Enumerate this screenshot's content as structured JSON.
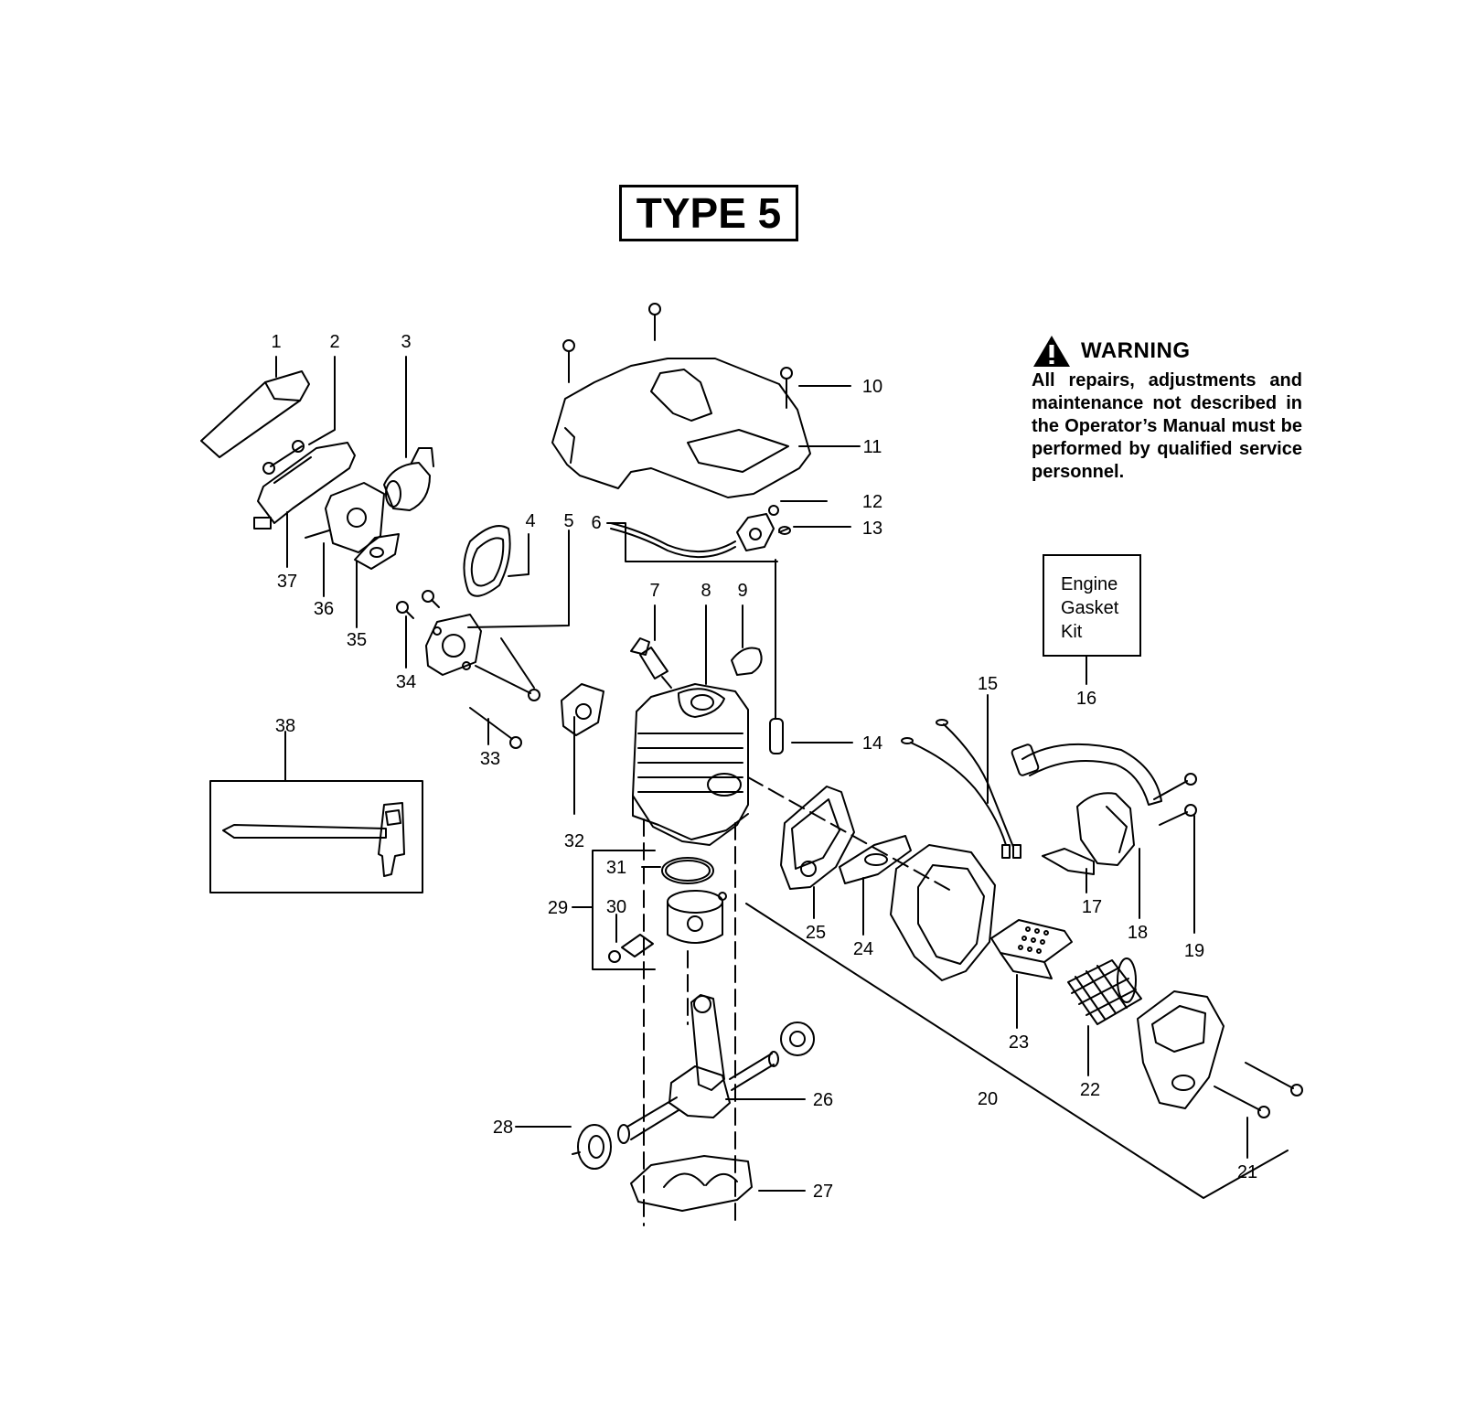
{
  "title": "TYPE 5",
  "warning": {
    "icon": "warning-triangle-icon",
    "title": "WARNING",
    "text": "All repairs, adjustments and maintenance not described in the Operator’s Manual must be performed by qualified service personnel."
  },
  "kit_box": {
    "lines": [
      "Engine",
      "Gasket",
      "Kit"
    ]
  },
  "callouts": [
    "1",
    "2",
    "3",
    "4",
    "5",
    "6",
    "7",
    "8",
    "9",
    "10",
    "11",
    "12",
    "13",
    "14",
    "15",
    "16",
    "17",
    "18",
    "19",
    "20",
    "21",
    "22",
    "23",
    "24",
    "25",
    "26",
    "27",
    "28",
    "29",
    "30",
    "31",
    "32",
    "33",
    "34",
    "35",
    "36",
    "37",
    "38"
  ]
}
